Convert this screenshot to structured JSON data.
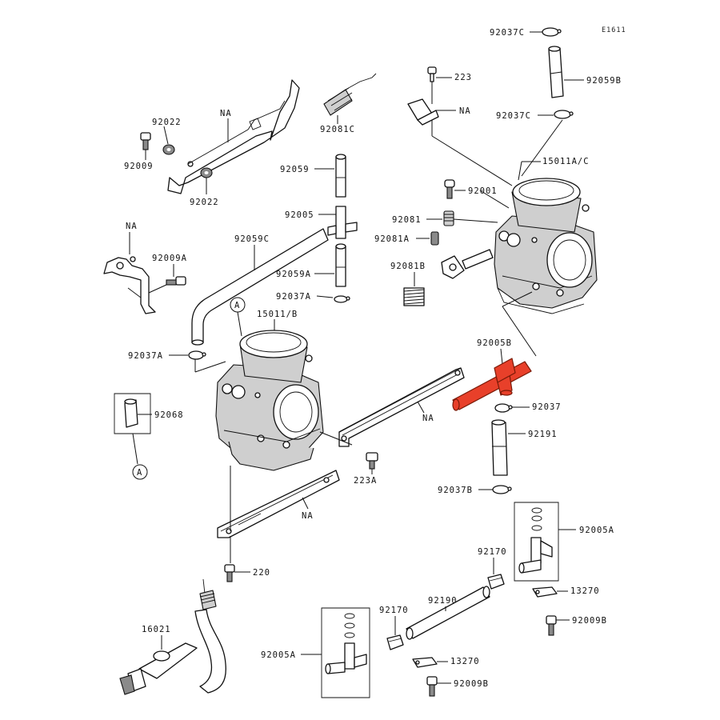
{
  "diagram_code": "E1611",
  "callout_letter": "A",
  "labels": {
    "p92037C_top": "92037C",
    "p92059B": "92059B",
    "p92037C_mid": "92037C",
    "p223": "223",
    "pNA_bracket_top": "NA",
    "p15011AC": "15011A/C",
    "p92001": "92001",
    "p92081": "92081",
    "p92081A": "92081A",
    "p92081B": "92081B",
    "p92022_top": "92022",
    "pNA_bracket_left": "NA",
    "p92009": "92009",
    "p92022_bottom": "92022",
    "p92081C": "92081C",
    "p92059": "92059",
    "p92005": "92005",
    "p92059C": "92059C",
    "p92059A": "92059A",
    "p92037A_mid": "92037A",
    "pNA_left_lever": "NA",
    "p92009A": "92009A",
    "p15011B": "15011/B",
    "p92037A_left": "92037A",
    "p92068": "92068",
    "p92005B": "92005B",
    "p92037": "92037",
    "pNA_plate_right": "NA",
    "p92191": "92191",
    "p223A": "223A",
    "p92037B": "92037B",
    "pNA_plate_bottom": "NA",
    "p92005A_right": "92005A",
    "p92170_right": "92170",
    "p220": "220",
    "p13270_right": "13270",
    "p92190": "92190",
    "p92009B_right": "92009B",
    "p16021": "16021",
    "p92170_left": "92170",
    "p92005A_bottom": "92005A",
    "p13270_bottom": "13270",
    "p92009B_bottom": "92009B"
  },
  "colors": {
    "highlight_part": "#e8402a",
    "line": "#111111",
    "body_fill": "#cfcfcf"
  }
}
